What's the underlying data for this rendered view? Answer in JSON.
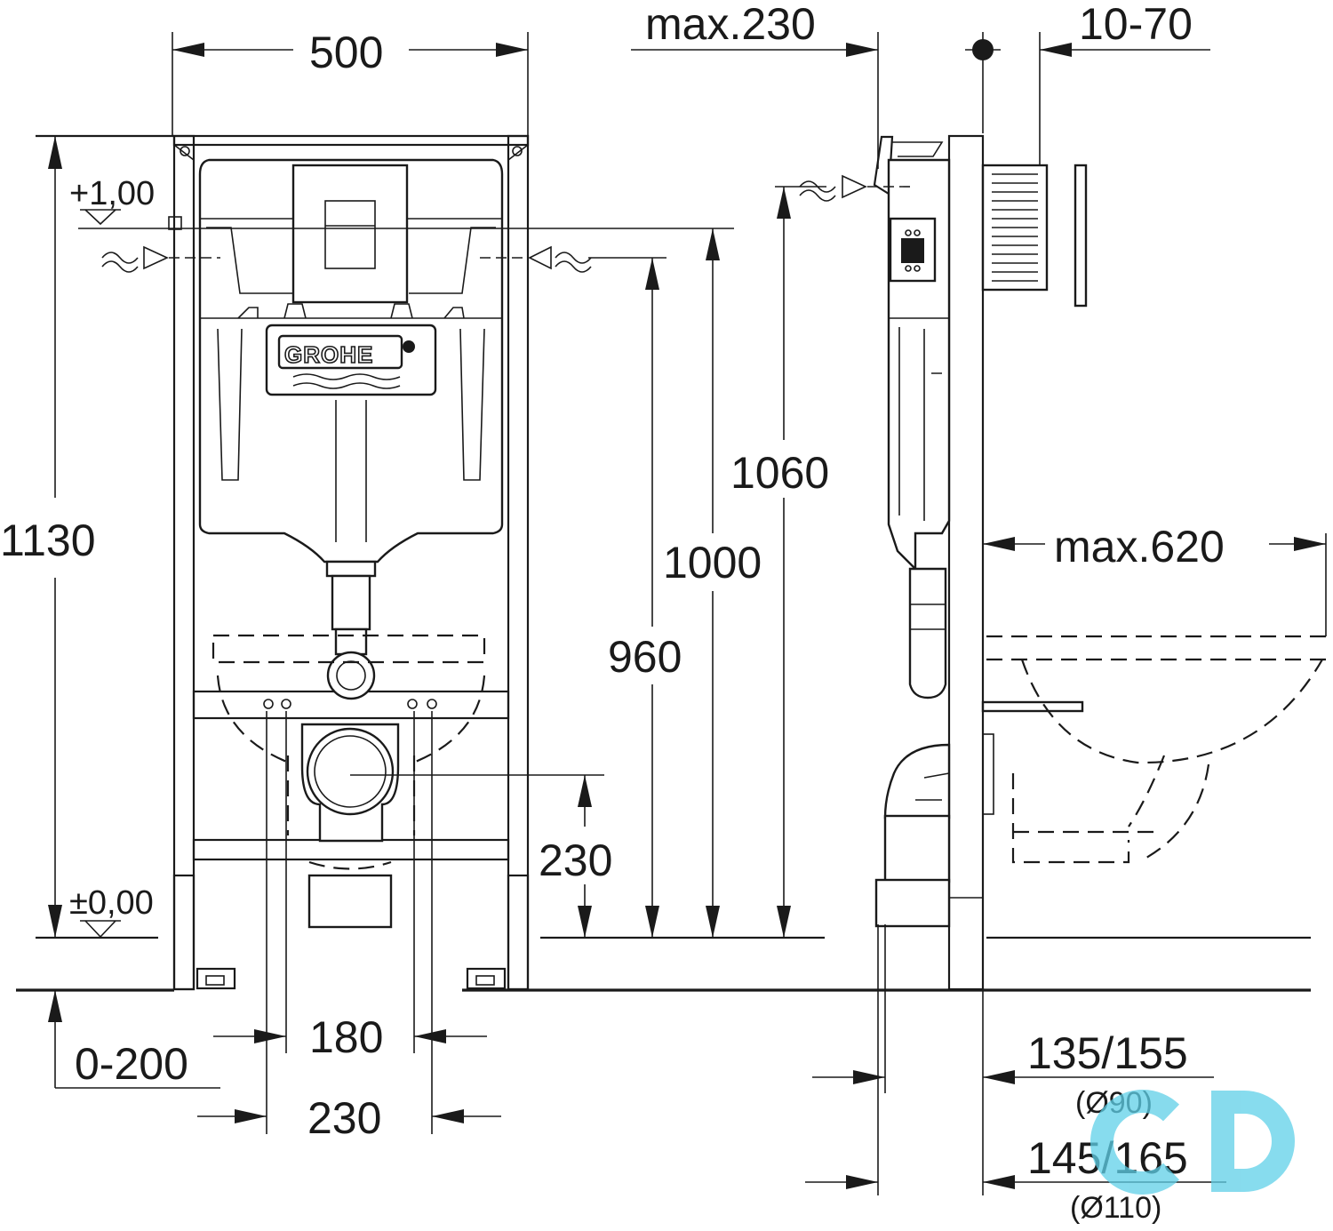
{
  "brand": "GROHE",
  "accent_color": "#5fd0e8",
  "front_view": {
    "width": "500",
    "height_total": "1130",
    "level_top": "+1,00",
    "level_zero": "±0,00",
    "height_960": "960",
    "height_1000": "1000",
    "height_1060": "1060",
    "drain_height": "230",
    "bolt_spacing_inner": "180",
    "bolt_spacing_outer": "230",
    "adjust_range": "0-200"
  },
  "side_view": {
    "max_230": "max.230",
    "range_10_70": "10-70",
    "max_620": "max.620",
    "pipe_90": "135/155",
    "pipe_90_diam": "(Ø90)",
    "pipe_110": "145/165",
    "pipe_110_diam": "(Ø110)"
  }
}
